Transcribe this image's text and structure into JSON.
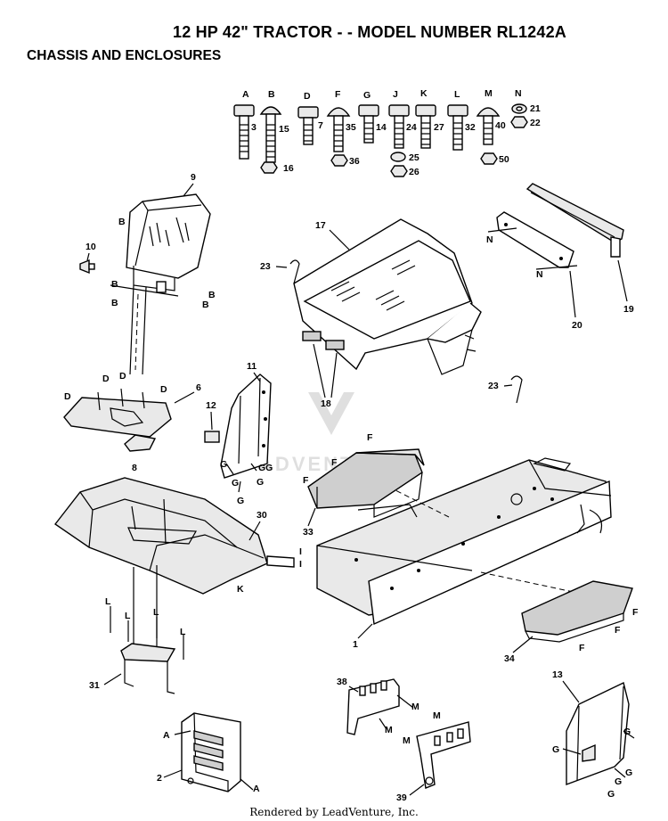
{
  "header": {
    "title": "12 HP 42\"  TRACTOR - - MODEL NUMBER RL1242A",
    "section": "CHASSIS AND ENCLOSURES"
  },
  "footer": {
    "credit": "Rendered by LeadVenture, Inc."
  },
  "watermark": {
    "text": "ADVENTURE"
  },
  "hardware": {
    "letters": [
      "A",
      "B",
      "D",
      "F",
      "G",
      "J",
      "K",
      "L",
      "M",
      "N"
    ],
    "numbers": [
      "3",
      "15",
      "7",
      "35",
      "14",
      "24",
      "27",
      "32",
      "40",
      "21",
      "22",
      "16",
      "36",
      "25",
      "26",
      "50"
    ]
  },
  "callouts": {
    "c9": "9",
    "c10": "10",
    "c6": "6",
    "c8": "8",
    "c11": "11",
    "c12": "12",
    "c17": "17",
    "c18": "18",
    "c23a": "23",
    "c23b": "23",
    "c20": "20",
    "c19": "19",
    "c30": "30",
    "c31": "31",
    "c33": "33",
    "c1": "1",
    "c34": "34",
    "c38": "38",
    "c39": "39",
    "c13": "13",
    "c2": "2"
  },
  "refs": {
    "B": "B",
    "D": "D",
    "G": "G",
    "GG": "GG",
    "N": "N",
    "F": "F",
    "L": "L",
    "I": "I",
    "K": "K",
    "A": "A",
    "M": "M"
  }
}
